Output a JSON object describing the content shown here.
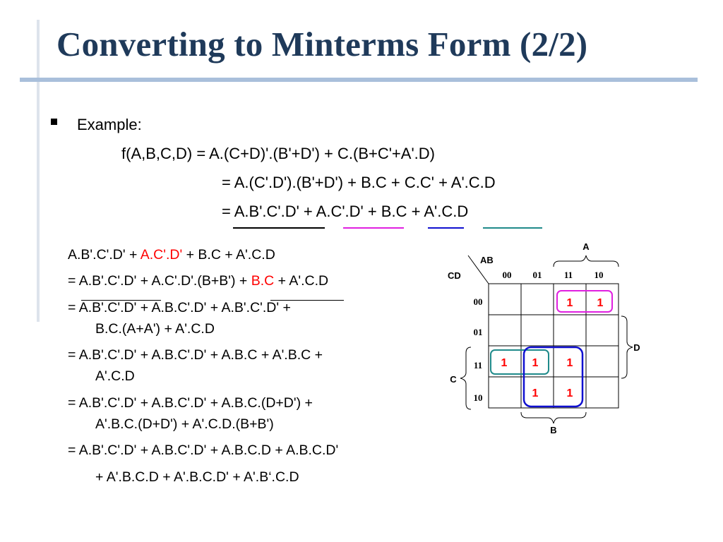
{
  "slide": {
    "title": "Converting to Minterms Form (2/2)",
    "bullet": "Example:",
    "formula_lines": [
      "f(A,B,C,D) =  A.(C+D)'.(B'+D') + C.(B+C'+A'.D)",
      "= A.(C'.D').(B'+D') + B.C + C.C' + A'.C.D",
      "= A.B'.C'.D' + A.C'.D' + B.C + A'.C.D"
    ],
    "underline_colors": [
      "#000000",
      "#e020e0",
      "#1010d0",
      "#1f8a8a"
    ]
  },
  "derivation": {
    "line1": {
      "a": "A.B'.C'.D' + ",
      "b": "A.C'.D'",
      "c": " + B.C + A'.C.D"
    },
    "line2": {
      "a": "= A.B'.C'.D' + A.C'.D'.(B+B') + ",
      "b": "B.C",
      "c": " + A'.C.D"
    },
    "line3a": "= A.B'.C'.D' + A.B.C'.D' + A.B'.C'.D' +",
    "line3b": "B.C.(A+A') + A'.C.D",
    "line4a": "= A.B'.C'.D' + A.B.C'.D' + A.B.C + A'.B.C +",
    "line4b": "A'.C.D",
    "line5a": "= A.B'.C'.D' + A.B.C'.D' + A.B.C.(D+D') +",
    "line5b": "A'.B.C.(D+D') + A'.C.D.(B+B')",
    "line6a": "= A.B'.C'.D' + A.B.C'.D' + A.B.C.D + A.B.C.D'",
    "line6b": "+ A'.B.C.D + A'.B.C.D' + A'.B‘.C.D"
  },
  "kmap": {
    "label_ab": "AB",
    "label_cd": "CD",
    "col_headers": [
      "00",
      "01",
      "11",
      "10"
    ],
    "row_headers": [
      "00",
      "01",
      "11",
      "10"
    ],
    "label_A": "A",
    "label_B": "B",
    "label_C": "C",
    "label_D": "D",
    "cells": [
      [
        "",
        "",
        "1",
        "1"
      ],
      [
        "",
        "",
        "",
        ""
      ],
      [
        "1",
        "1",
        "1",
        ""
      ],
      [
        "",
        "1",
        "1",
        ""
      ]
    ],
    "one_color": "#ff0000",
    "group_colors": {
      "magenta": "#e020e0",
      "blue": "#1010d0",
      "teal": "#1f8a8a"
    }
  }
}
